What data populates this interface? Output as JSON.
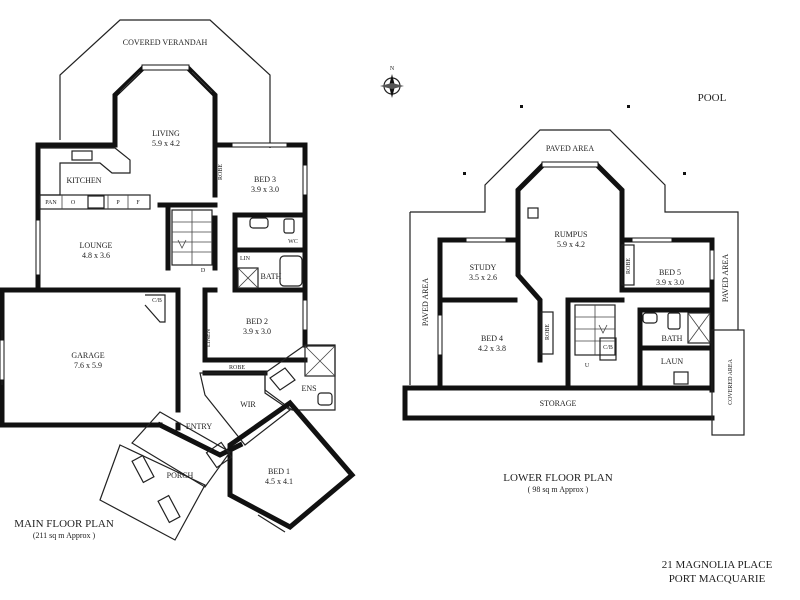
{
  "main_floor": {
    "title": "MAIN FLOOR PLAN",
    "area": "(211 sq m Approx )",
    "rooms": {
      "verandah": "COVERED VERANDAH",
      "living": "LIVING",
      "living_dim": "5.9 x 4.2",
      "kitchen": "KITCHEN",
      "pan": "PAN",
      "oven": "O",
      "pantry_p": "P",
      "fridge": "F",
      "lounge": "LOUNGE",
      "lounge_dim": "4.8 x 3.6",
      "robe_bed3": "ROBE",
      "bed3": "BED 3",
      "bed3_dim": "3.9 x 3.0",
      "wc": "WC",
      "lin": "LIN",
      "bath": "BATH",
      "d": "D",
      "garage": "GARAGE",
      "garage_dim": "7.6 x 5.9",
      "cb": "C/B",
      "linen": "LINEN",
      "bed2": "BED 2",
      "bed2_dim": "3.9 x 3.0",
      "robe_bed2": "ROBE",
      "ens": "ENS",
      "wir": "WIR",
      "entry": "ENTRY",
      "porch": "PORCH",
      "bed1": "BED 1",
      "bed1_dim": "4.5 x 4.1"
    }
  },
  "lower_floor": {
    "title": "LOWER FLOOR PLAN",
    "area": "( 98 sq m Approx )",
    "rooms": {
      "pool": "POOL",
      "paved_top": "PAVED AREA",
      "paved_left": "PAVED AREA",
      "paved_right": "PAVED AREA",
      "covered_area": "COVERED AREA",
      "rumpus": "RUMPUS",
      "rumpus_dim": "5.9 x 4.2",
      "study": "STUDY",
      "study_dim": "3.5 x 2.6",
      "bed4": "BED 4",
      "bed4_dim": "4.2 x 3.8",
      "robe_bed4": "ROBE",
      "cb": "C/B",
      "u": "U",
      "robe_bed5": "ROBE",
      "bed5": "BED 5",
      "bed5_dim": "3.9 x 3.0",
      "bath": "BATH",
      "laun": "LAUN",
      "storage": "STORAGE"
    }
  },
  "address": {
    "line1": "21 MAGNOLIA PLACE",
    "line2": "PORT MACQUARIE"
  },
  "compass_label": "N"
}
